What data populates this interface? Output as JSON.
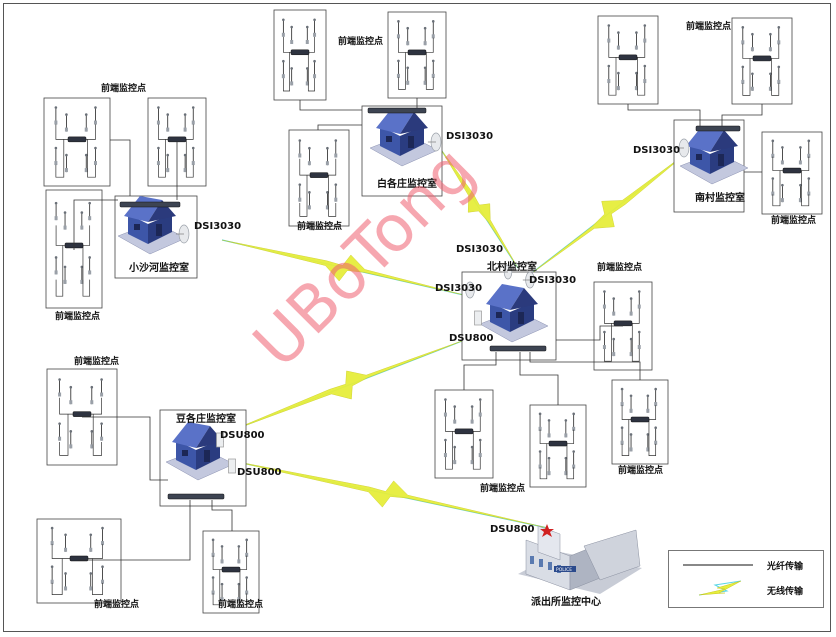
{
  "labels": {
    "front_end_point": "前端监控点",
    "dsi3030": "DSI3030",
    "dsu800": "DSU800"
  },
  "rooms": {
    "baigezhuang": "白各庄监控室",
    "nancun": "南村监控室",
    "xiaoshahe": "小沙河监控室",
    "beicun": "北村监控室",
    "dougezhuang": "豆各庄监控室",
    "police": "派出所监控中心"
  },
  "police_sign": "POLICE",
  "watermark": "UBoTong",
  "legend": {
    "fiber": "光纤传输",
    "wireless": "无线传输"
  },
  "colors": {
    "house": "#3d56a8",
    "house_dark": "#2a3c80",
    "wireless_yellow": "#e6ee3c",
    "wireless_cyan": "#5ad6e6",
    "watermark": "#f06070"
  }
}
